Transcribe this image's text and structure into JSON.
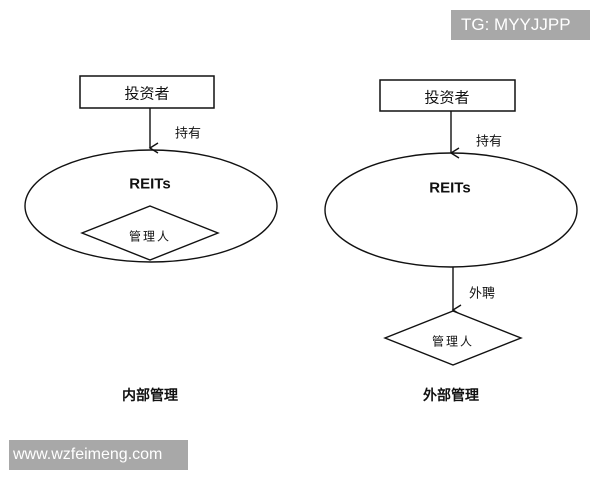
{
  "watermarks": {
    "top_right": "TG: MYYJJPP",
    "bottom_left": "www.wzfeimeng.com"
  },
  "left_diagram": {
    "investor": "投资者",
    "edge_label": "持有",
    "reits": "REITs",
    "manager": "管理人",
    "caption": "内部管理"
  },
  "right_diagram": {
    "investor": "投资者",
    "edge_label_top": "持有",
    "reits": "REITs",
    "edge_label_bottom": "外聘",
    "manager": "管理人",
    "caption": "外部管理"
  },
  "colors": {
    "stroke": "#111111",
    "watermark_bg": "#a8a8a8"
  }
}
